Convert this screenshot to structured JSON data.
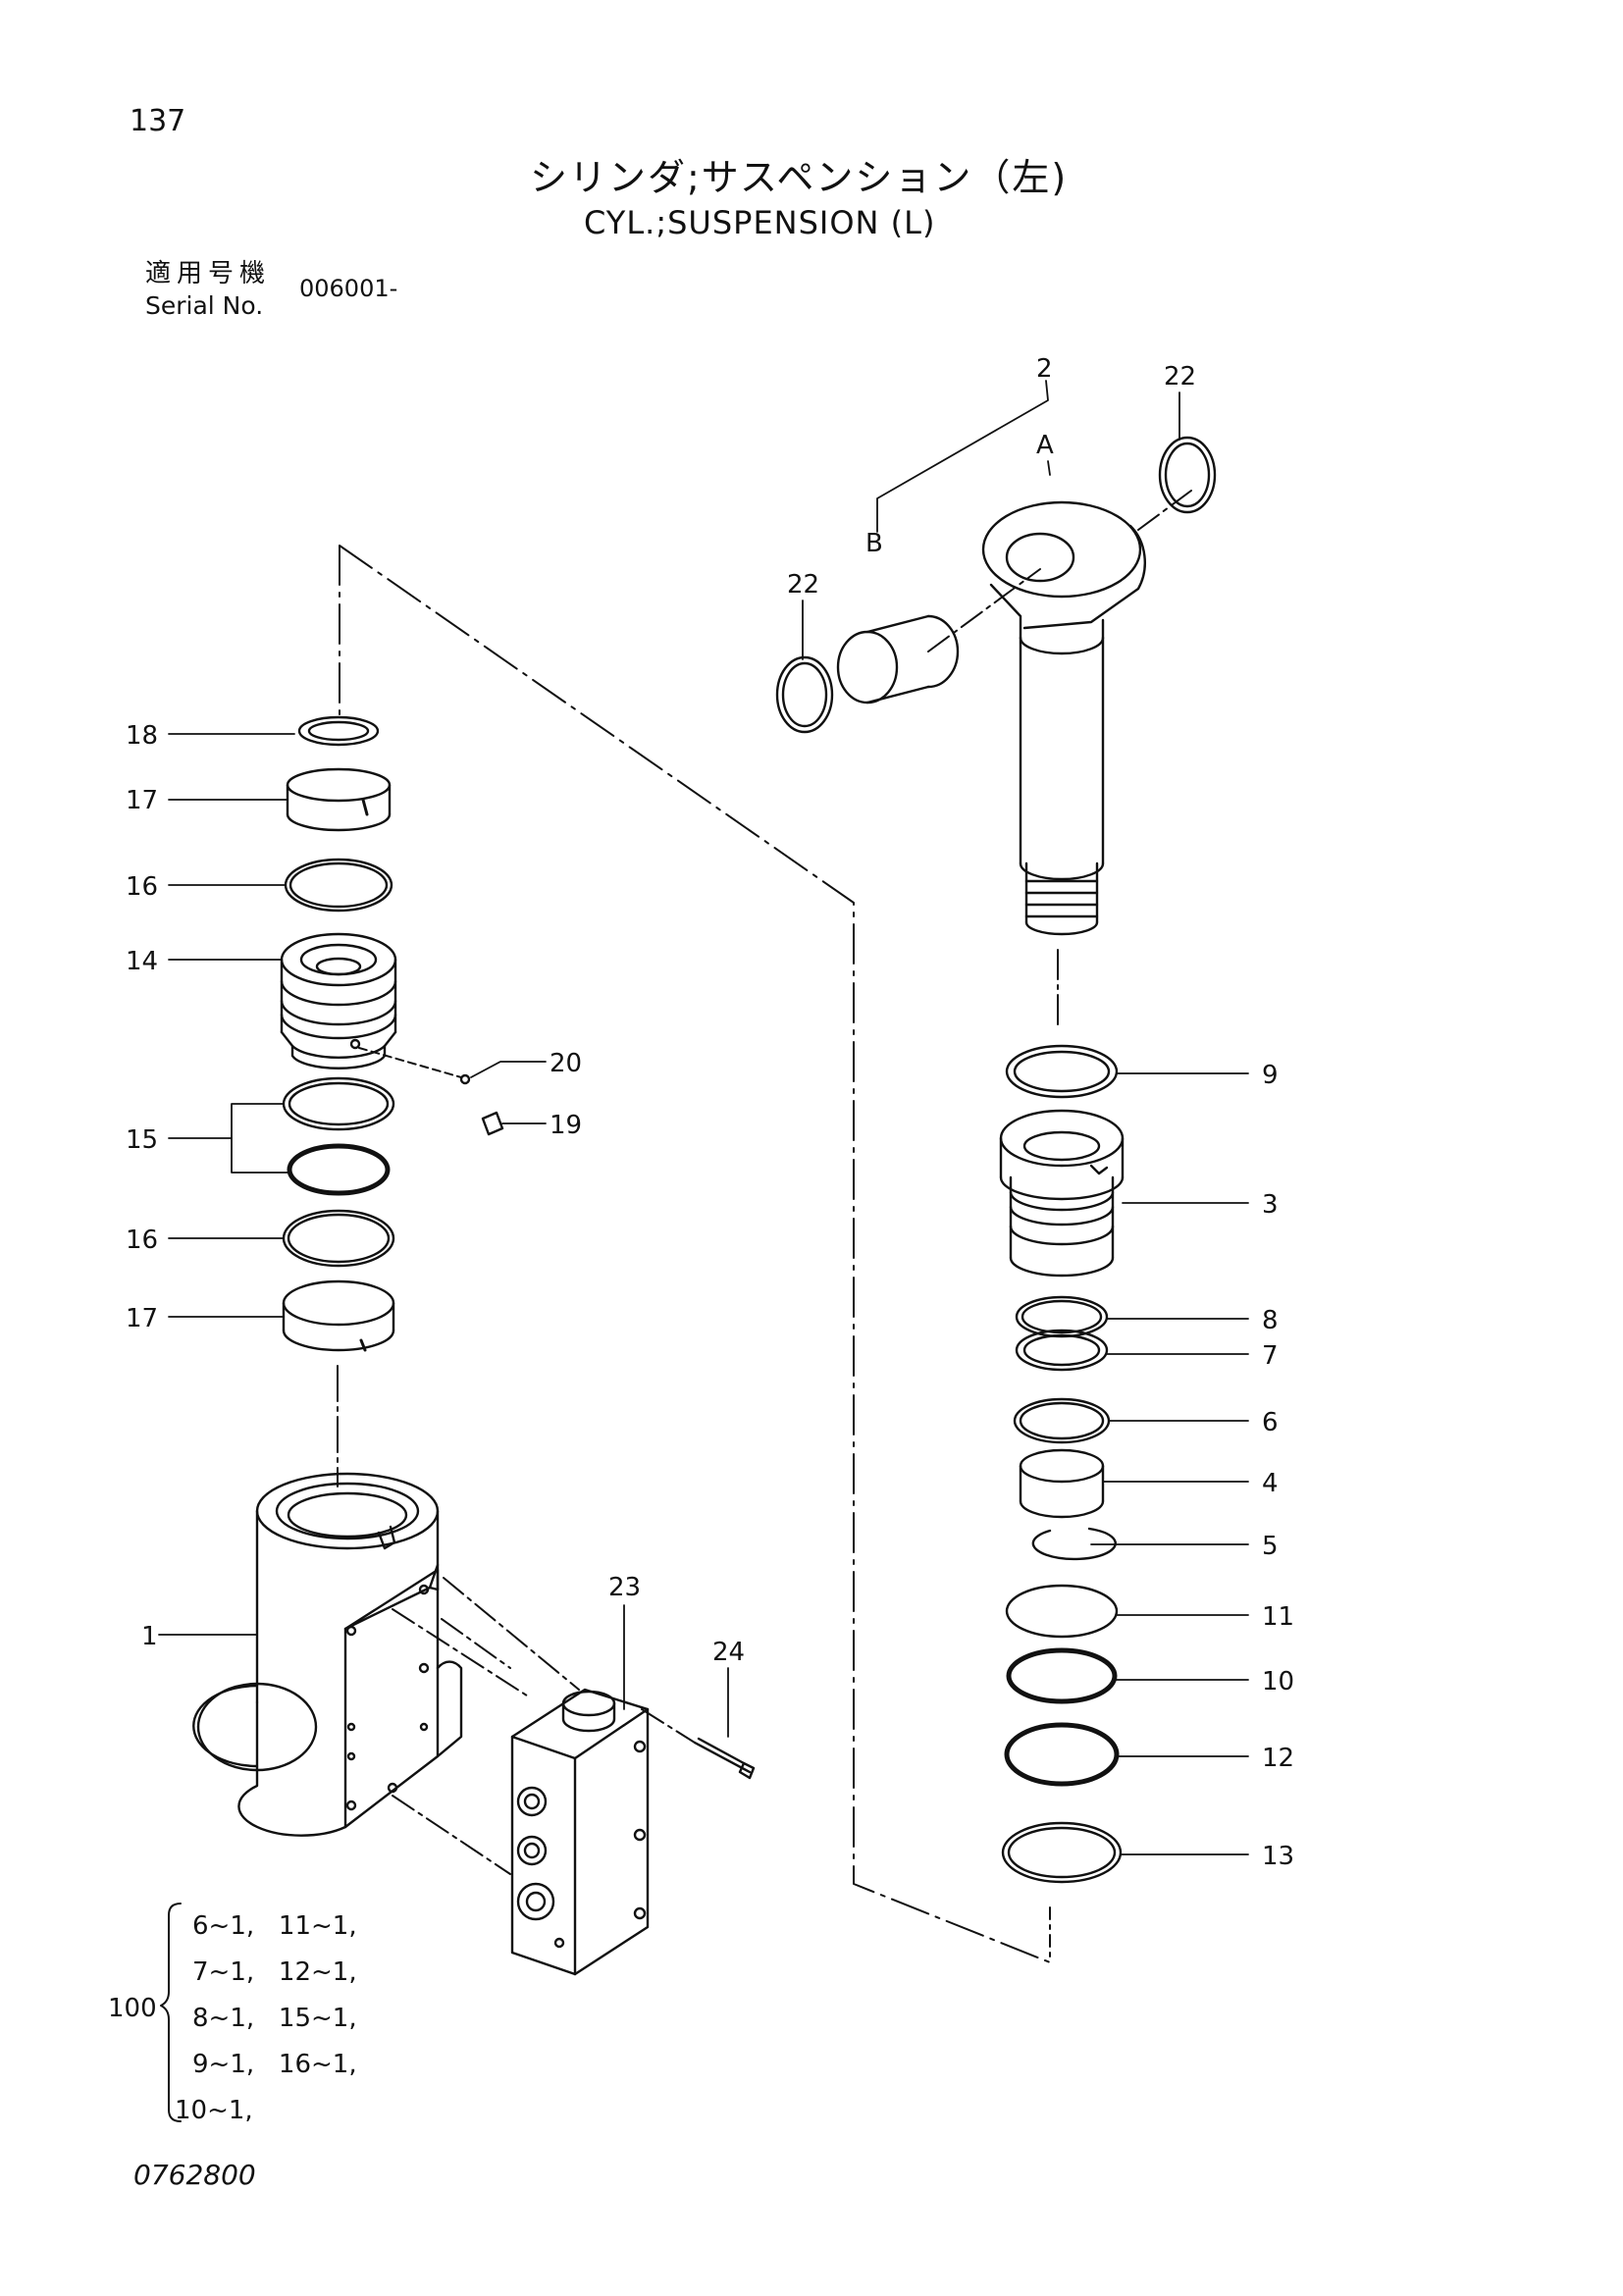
{
  "header": {
    "page_number": "137",
    "title_ja": "シリンダ;サスペンション（左)",
    "title_en": "CYL.;SUSPENSION (L)",
    "serial_label_ja": "適用号機",
    "serial_label_en": "Serial No.",
    "serial_value": "006001-"
  },
  "callouts": {
    "c1": "1",
    "c2": "2",
    "c3": "3",
    "c4": "4",
    "c5": "5",
    "c6": "6",
    "c7": "7",
    "c8": "8",
    "c9": "9",
    "c10": "10",
    "c11": "11",
    "c12": "12",
    "c13": "13",
    "c14": "14",
    "c15": "15",
    "c16a": "16",
    "c16b": "16",
    "c17a": "17",
    "c17b": "17",
    "c18": "18",
    "c19": "19",
    "c20": "20",
    "c22a": "22",
    "c22b": "22",
    "c23": "23",
    "c24": "24",
    "A": "A",
    "B": "B"
  },
  "kit": {
    "label": "100",
    "lines": [
      "6~1,   11~1,",
      "7~1,   12~1,",
      "8~1,   15~1,",
      "9~1,   16~1,",
      "10~1,"
    ]
  },
  "footer": {
    "code": "0762800"
  }
}
